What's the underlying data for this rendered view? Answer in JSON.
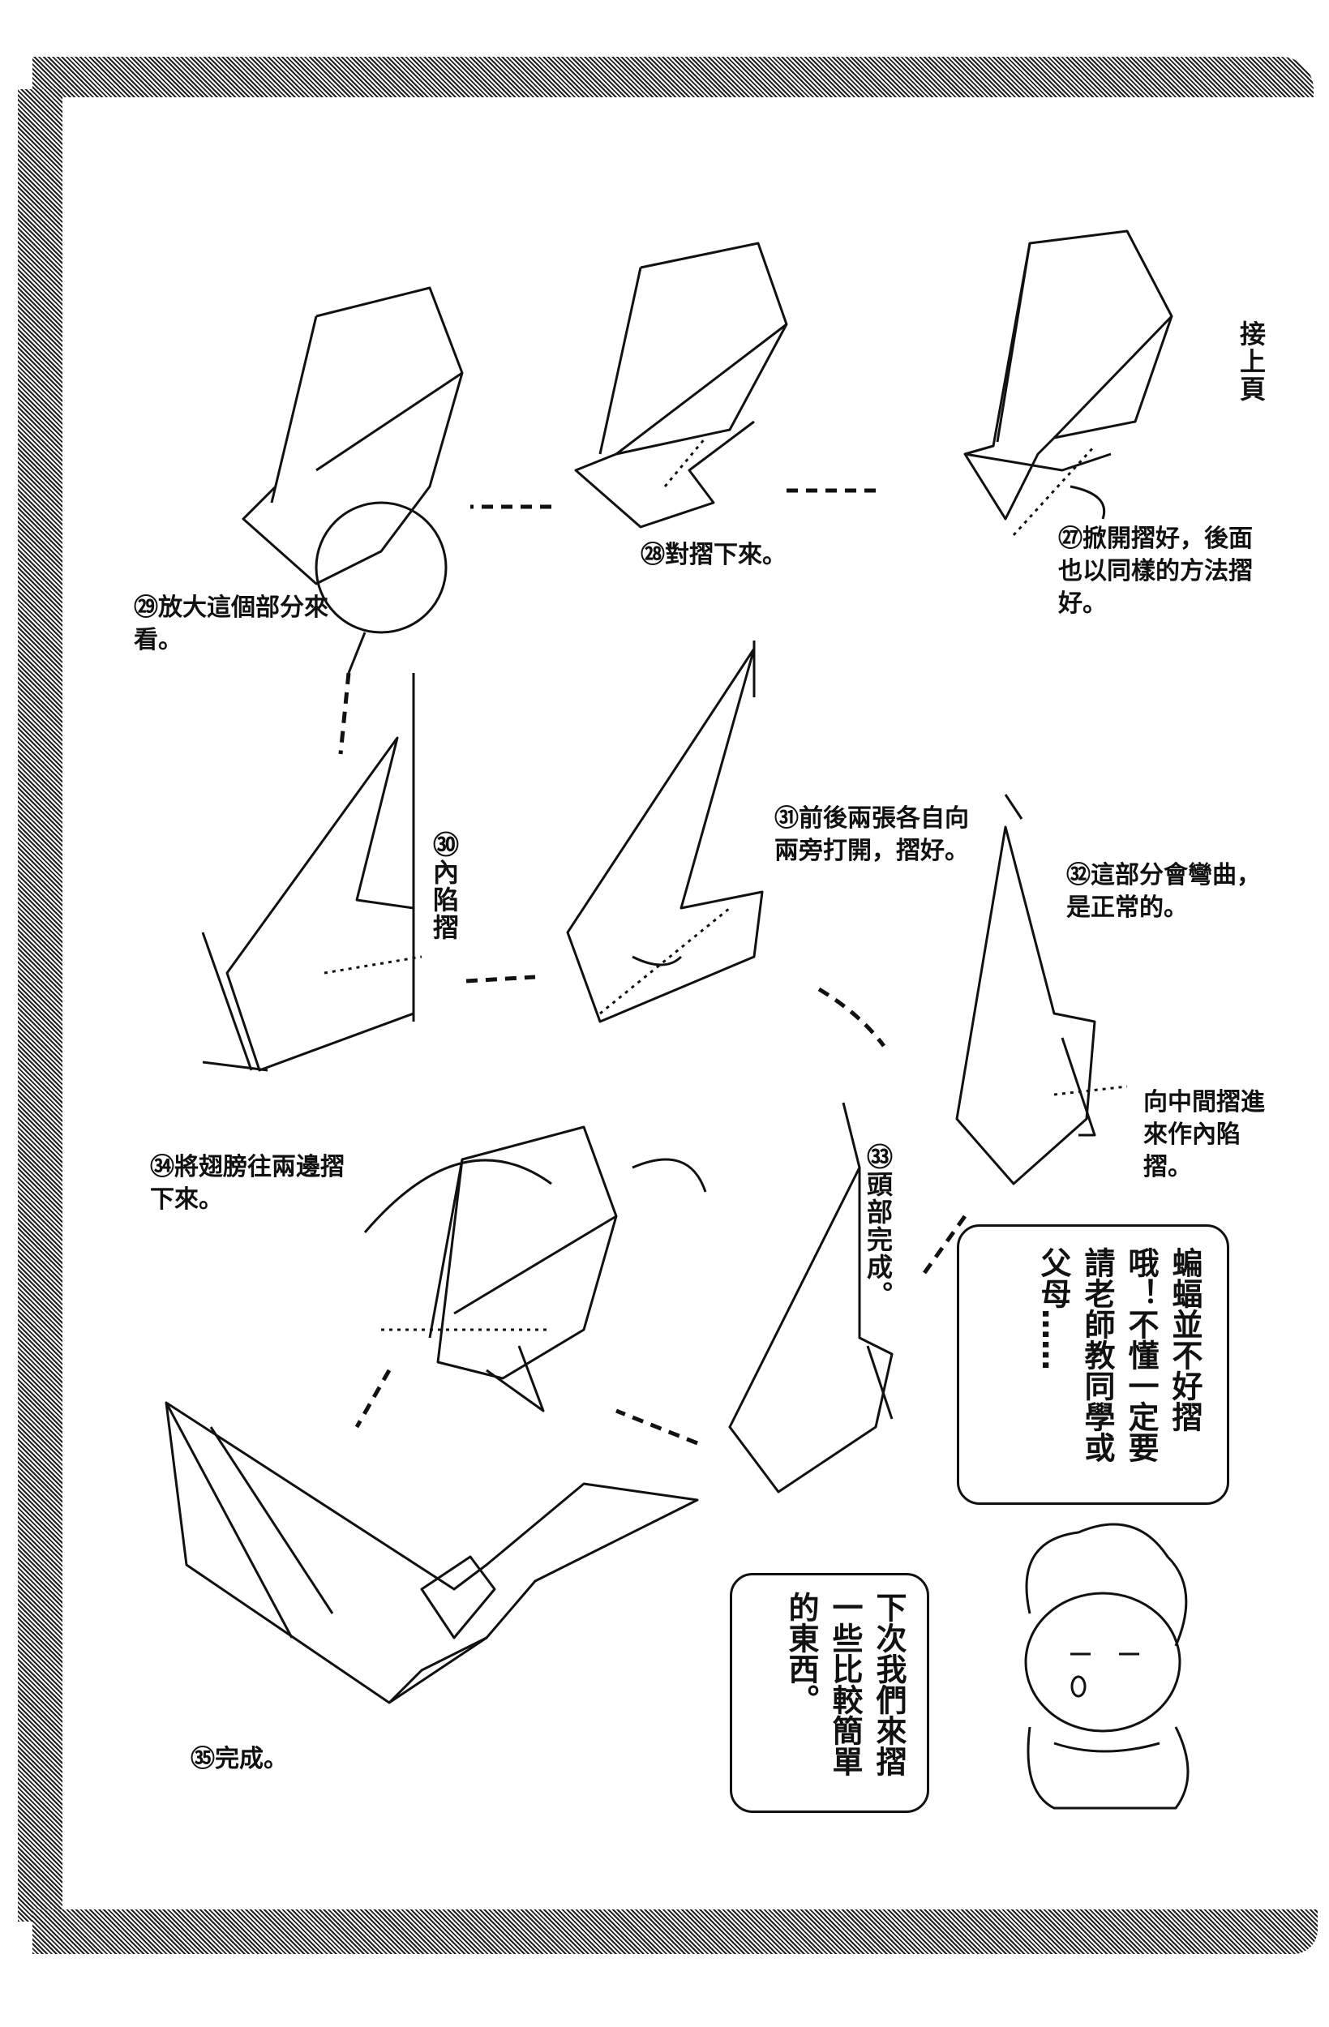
{
  "page": {
    "continue_note": "接上頁",
    "steps": {
      "s27": "㉗掀開摺好，後面也以同樣的方法摺好。",
      "s28": "㉘對摺下來。",
      "s29": "㉙放大這個部分來看。",
      "s30": "㉚內陷摺",
      "s31": "㉛前後兩張各自向兩旁打開，摺好。",
      "s32": "㉜這部分會彎曲，是正常的。",
      "s32b": "向中間摺進來作內陷摺。",
      "s33": "㉝頭部完成。",
      "s34": "㉞將翅膀往兩邊摺下來。",
      "s35": "㉟完成。"
    },
    "bubble_1": "蝙蝠並不好摺哦！不懂一定要請老師教同學或父母……",
    "bubble_2": "下次我們來摺一些比較簡單的東西。"
  }
}
